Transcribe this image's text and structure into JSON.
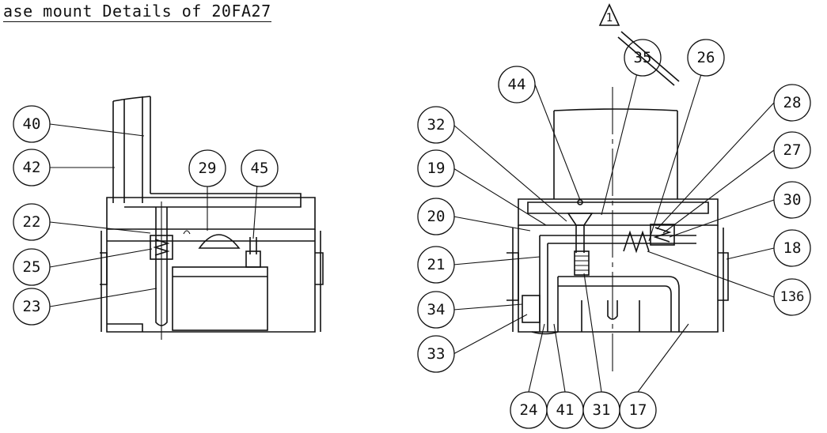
{
  "title": "ase mount Details of 20FA27",
  "revision_mark": "1",
  "left_callouts": [
    "40",
    "42",
    "22",
    "25",
    "23",
    "29",
    "45"
  ],
  "right_callouts": [
    "44",
    "35",
    "26",
    "32",
    "19",
    "20",
    "21",
    "34",
    "33",
    "24",
    "41",
    "31",
    "17",
    "28",
    "27",
    "30",
    "18",
    "136"
  ]
}
